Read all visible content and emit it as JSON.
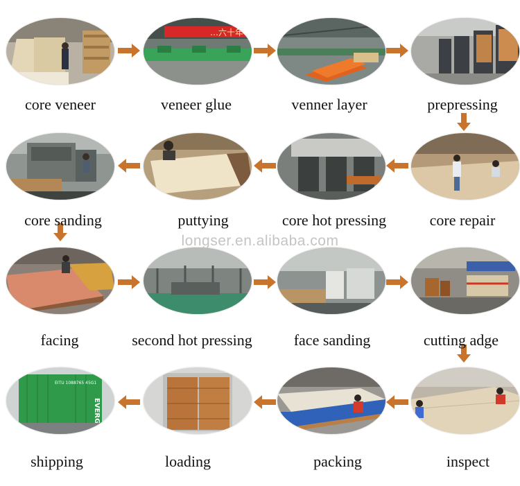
{
  "steps": [
    {
      "id": "core-veneer",
      "label": "core veneer"
    },
    {
      "id": "veneer-glue",
      "label": "veneer glue"
    },
    {
      "id": "venner-layer",
      "label": "venner layer"
    },
    {
      "id": "prepressing",
      "label": "prepressing"
    },
    {
      "id": "core-repair",
      "label": "core repair"
    },
    {
      "id": "core-hot-pressing",
      "label": "core hot pressing"
    },
    {
      "id": "puttying",
      "label": "puttying"
    },
    {
      "id": "core-sanding",
      "label": "core sanding"
    },
    {
      "id": "facing",
      "label": "facing"
    },
    {
      "id": "second-hot-pressing",
      "label": "second hot pressing"
    },
    {
      "id": "face-sanding",
      "label": "face sanding"
    },
    {
      "id": "cutting-adge",
      "label": "cutting adge"
    },
    {
      "id": "inspect",
      "label": "inspect"
    },
    {
      "id": "packing",
      "label": "packing"
    },
    {
      "id": "loading",
      "label": "loading"
    },
    {
      "id": "shipping",
      "label": "shipping"
    }
  ],
  "photo_texts": {
    "banner": "…六十年",
    "container_code": "EITU 1088765 45G1",
    "container_brand": "EVERGREEN"
  },
  "watermark": "longser.en.alibaba.com",
  "colors": {
    "arrow": "#c8742d",
    "label": "#111111",
    "watermark": "#c4c4c4",
    "background": "#ffffff"
  }
}
